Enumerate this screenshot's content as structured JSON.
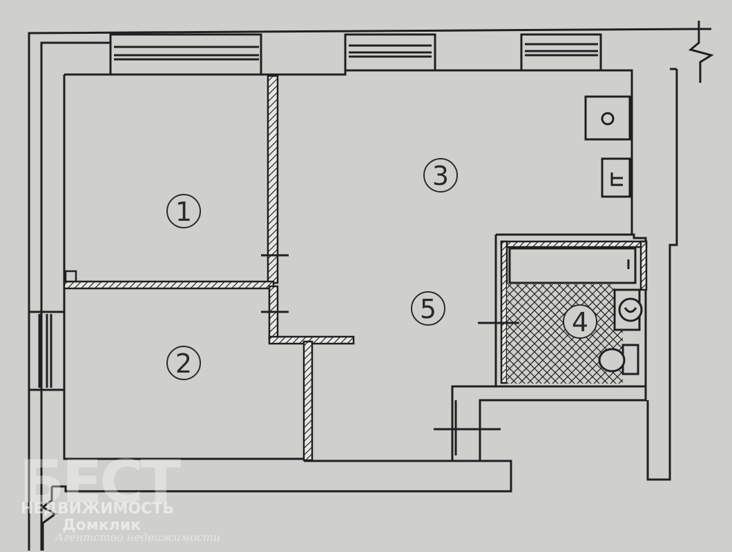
{
  "rooms": [
    {
      "id": "room-1",
      "label": "1"
    },
    {
      "id": "room-2",
      "label": "2"
    },
    {
      "id": "room-3",
      "label": "3"
    },
    {
      "id": "room-4",
      "label": "4"
    },
    {
      "id": "room-5",
      "label": "5"
    }
  ],
  "watermark": {
    "logo_text": "БЕСТ",
    "line1": "НЕДВИЖИМОСТЬ",
    "line2": "Домклик",
    "line3": "Агентство недвижимости"
  },
  "colors": {
    "paper": "#cfcfcd",
    "ink": "#1f1f1f",
    "watermark": "#ffffff"
  }
}
